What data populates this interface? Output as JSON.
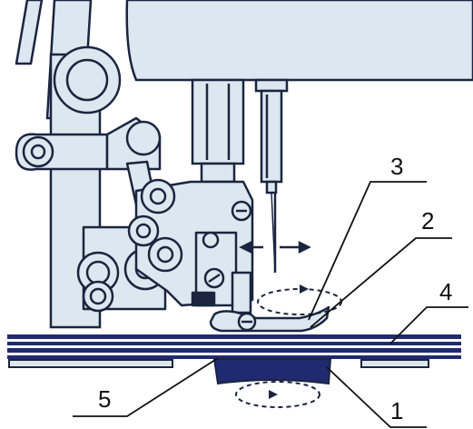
{
  "colors": {
    "machine_fill": "#dbe8ef",
    "outline": "#1b2540",
    "fabric": "#202a70",
    "leader": "#111111",
    "background": "#ffffff"
  },
  "callouts": [
    {
      "id": "callout-1",
      "label": "1"
    },
    {
      "id": "callout-2",
      "label": "2"
    },
    {
      "id": "callout-3",
      "label": "3"
    },
    {
      "id": "callout-4",
      "label": "4"
    },
    {
      "id": "callout-5",
      "label": "5"
    }
  ]
}
